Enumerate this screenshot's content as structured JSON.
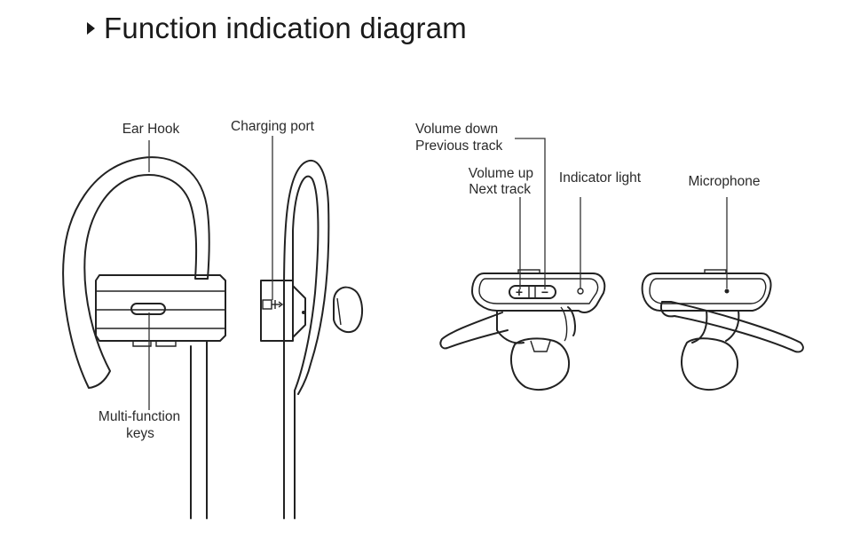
{
  "title": "Function indication diagram",
  "labels": {
    "ear_hook": "Ear Hook",
    "charging_port": "Charging port",
    "volume_down": "Volume down",
    "previous_track": "Previous track",
    "volume_up": "Volume up",
    "next_track": "Next track",
    "indicator_light": "Indicator light",
    "microphone": "Microphone",
    "multi_function": "Multi-function",
    "keys": "keys",
    "plus_symbol": "+",
    "minus_symbol": "−"
  },
  "colors": {
    "line": "#222222",
    "background": "#ffffff"
  },
  "icons": [
    "usb-icon"
  ]
}
